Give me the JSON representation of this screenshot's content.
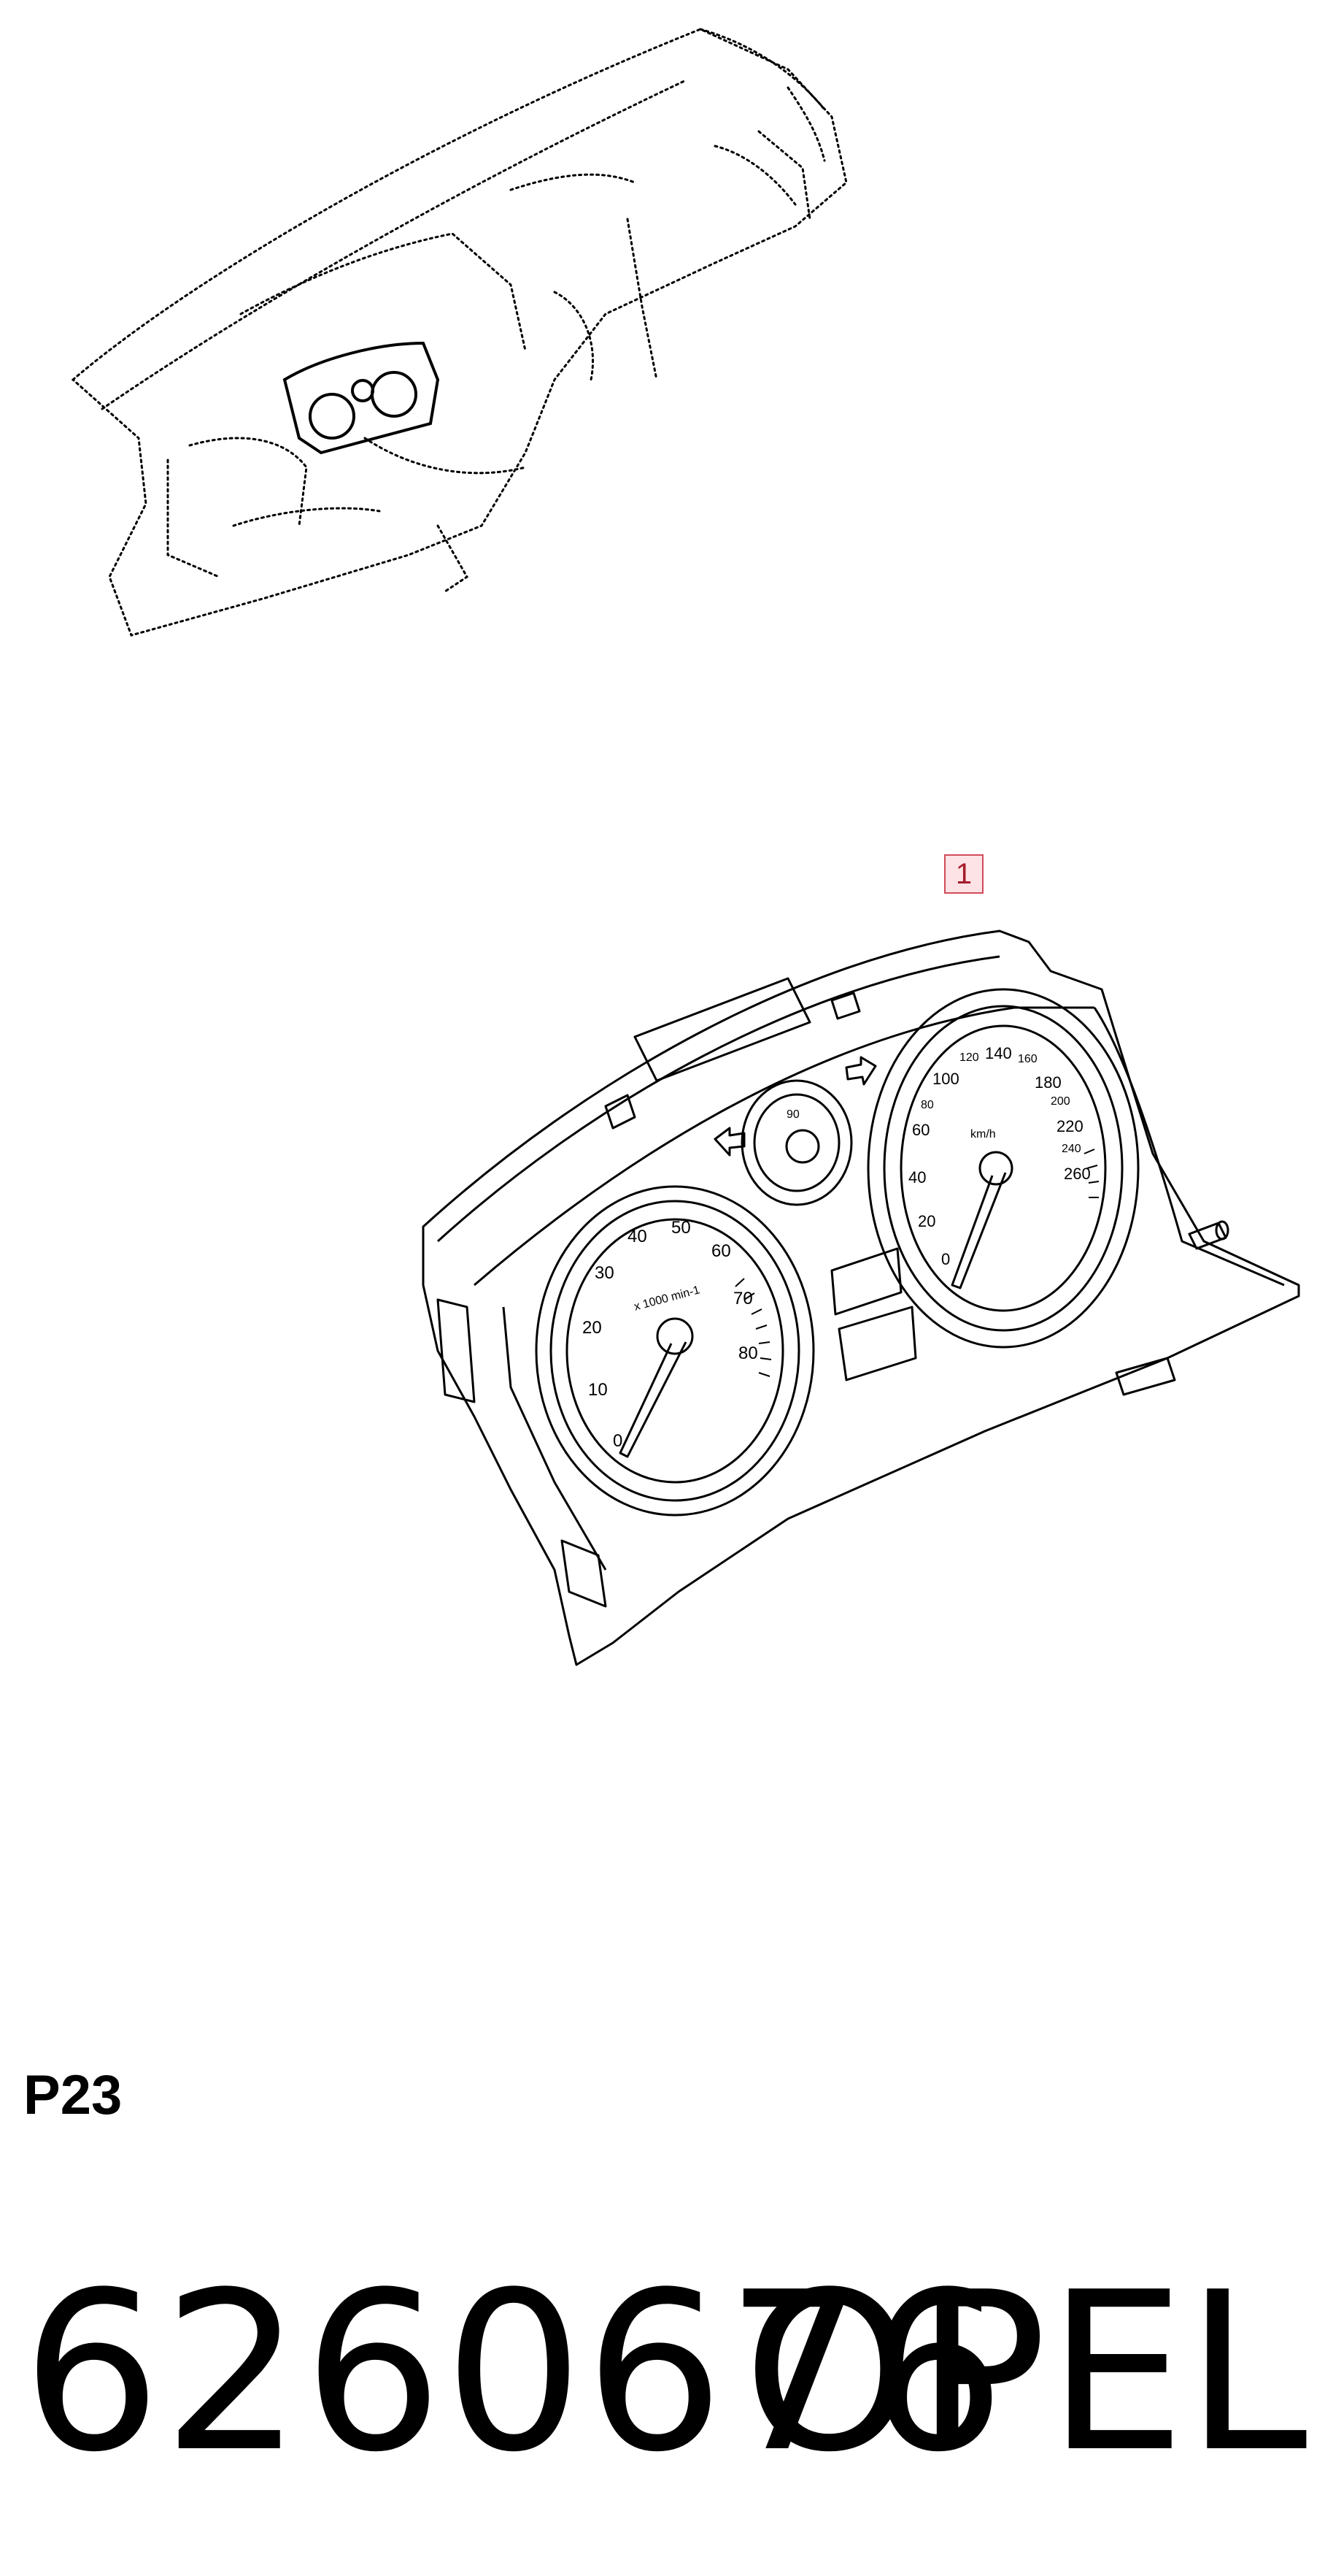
{
  "diagram": {
    "callouts": [
      {
        "number": "1"
      }
    ],
    "page_code": "P23",
    "part_number": "6260676",
    "brand": "OPEL",
    "tachometer": {
      "ticks": [
        "0",
        "10",
        "20",
        "30",
        "40",
        "50",
        "60",
        "70",
        "80"
      ],
      "unit": "x 1000 min-1"
    },
    "speedometer": {
      "ticks": [
        "0",
        "20",
        "40",
        "60",
        "80",
        "100",
        "120",
        "140",
        "160",
        "180",
        "200",
        "220",
        "240",
        "260"
      ],
      "unit": "km/h"
    },
    "temp_gauge": {
      "labels": [
        "90"
      ]
    },
    "colors": {
      "callout_border": "#d24a5a",
      "callout_fill": "#fde3e5",
      "line": "#000000"
    }
  }
}
